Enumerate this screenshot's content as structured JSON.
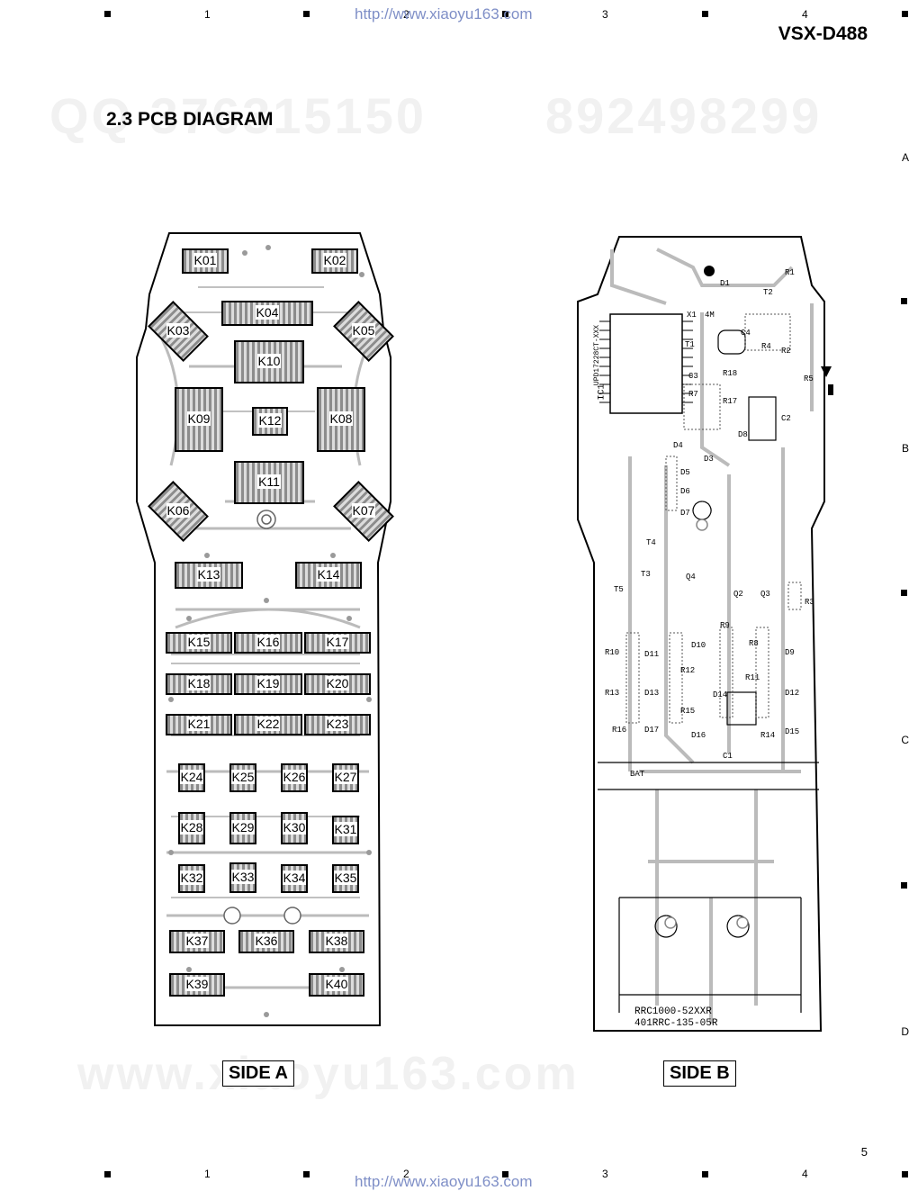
{
  "header": {
    "url": "http://www.xiaoyu163.com",
    "model": "VSX-D488",
    "column_numbers": [
      "1",
      "2",
      "3",
      "4"
    ],
    "row_letters": [
      "A",
      "B",
      "C",
      "D"
    ]
  },
  "section_title": "2.3 PCB DIAGRAM",
  "watermarks": {
    "qq": "QQ 376315150",
    "num": "892498299",
    "www": "www.xiaoyu163.com"
  },
  "side_a": {
    "label": "SIDE A",
    "keys": [
      "K01",
      "K02",
      "K03",
      "K04",
      "K05",
      "K06",
      "K07",
      "K08",
      "K09",
      "K10",
      "K11",
      "K12",
      "K13",
      "K14",
      "K15",
      "K16",
      "K17",
      "K18",
      "K19",
      "K20",
      "K21",
      "K22",
      "K23",
      "K24",
      "K25",
      "K26",
      "K27",
      "K28",
      "K29",
      "K30",
      "K31",
      "K32",
      "K33",
      "K34",
      "K35",
      "K36",
      "K37",
      "K38",
      "K39",
      "K40"
    ]
  },
  "side_b": {
    "label": "SIDE B",
    "ic_label": "IC1",
    "ic_part": "UPD17228CT-XXX",
    "board_text_1": "RRC1000-52XXR",
    "board_text_2": "401RRC-135-05R",
    "components": [
      "D1",
      "R1",
      "T2",
      "X1",
      "4M",
      "C3",
      "R18",
      "R7",
      "R17",
      "C2",
      "D8",
      "D4",
      "D3",
      "D5",
      "D6",
      "D7",
      "T4",
      "T3",
      "T5",
      "Q4",
      "Q2",
      "Q3",
      "R3",
      "R9",
      "R10",
      "D11",
      "D10",
      "R8",
      "R12",
      "D9",
      "R11",
      "R13",
      "D13",
      "D14",
      "D12",
      "R15",
      "R16",
      "D17",
      "D16",
      "R14",
      "D15",
      "C1",
      "BAT",
      "C4",
      "R4",
      "R2",
      "R5",
      "T1"
    ]
  },
  "footer": {
    "url": "http://www.xiaoyu163.com",
    "page_number": "5",
    "column_numbers": [
      "1",
      "2",
      "3",
      "4"
    ]
  }
}
